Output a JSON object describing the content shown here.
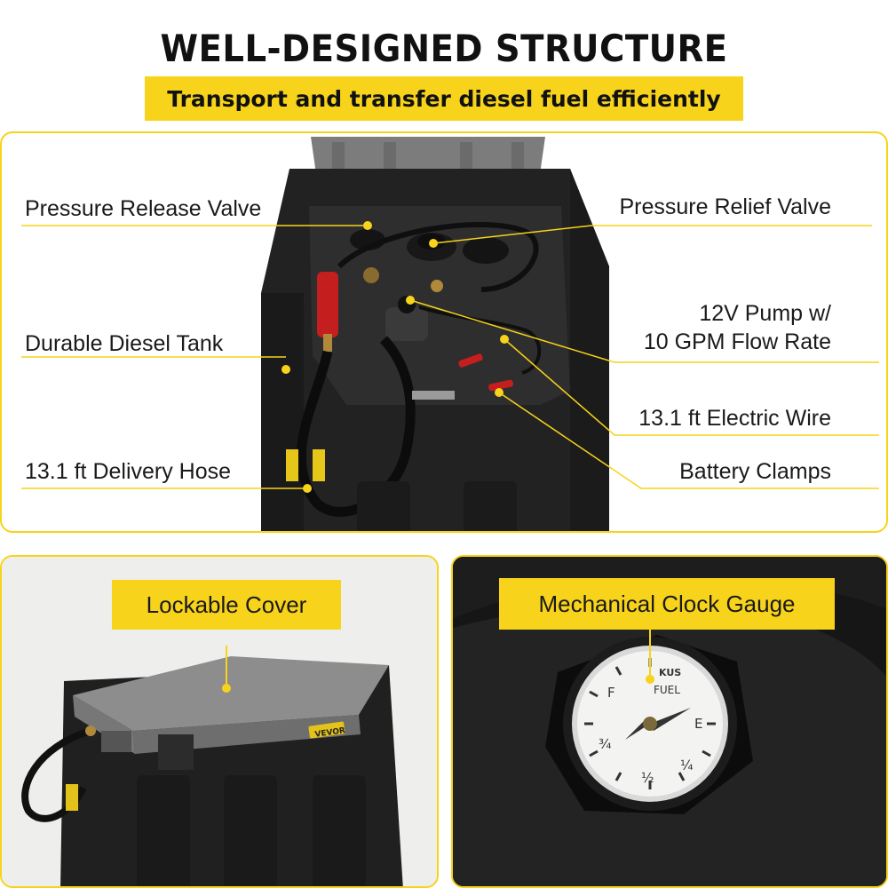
{
  "header": {
    "title": "WELL-DESIGNED STRUCTURE",
    "subtitle": "Transport and transfer diesel fuel efficiently"
  },
  "callouts": {
    "left": [
      "Pressure Release Valve",
      "Durable Diesel Tank",
      "13.1 ft Delivery Hose"
    ],
    "right": {
      "relief_valve": "Pressure Relief Valve",
      "pump_line1": "12V Pump w/",
      "pump_line2": "10 GPM Flow Rate",
      "wire": "13.1 ft Electric Wire",
      "clamps": "Battery Clamps"
    }
  },
  "details": {
    "lockable_cover": "Lockable Cover",
    "clock_gauge": "Mechanical Clock Gauge"
  },
  "product": {
    "brand_mark": "VEVOR",
    "gauge_marks": [
      "E",
      "¼",
      "½",
      "¾",
      "F"
    ],
    "gauge_text": "FUEL",
    "gauge_brand": "KUS"
  },
  "colors": {
    "accent": "#f7d31b",
    "tank": "#1e1e1e",
    "lid": "#8a8a8a",
    "nozzle": "#c41e1e"
  }
}
